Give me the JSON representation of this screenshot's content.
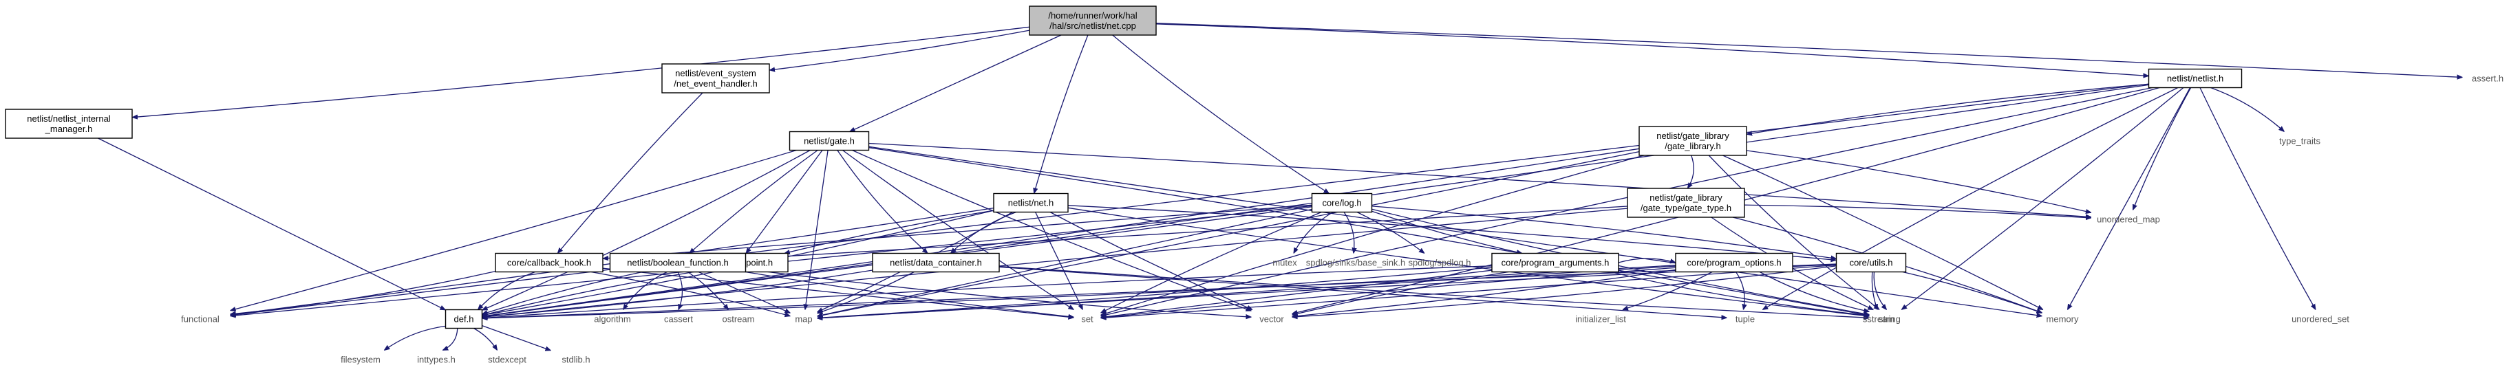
{
  "diagram": {
    "kind": "include-dependency-graph",
    "colors": {
      "edge": "#191970",
      "text": "#000000",
      "root_fill": "#bfbfbf",
      "box_fill": "#ffffff",
      "plain_text": "#555555",
      "background": "#ffffff"
    },
    "nodes": [
      {
        "id": "root",
        "lines": [
          "/home/runner/work/hal",
          "/hal/src/netlist/net.cpp"
        ],
        "style": "root"
      },
      {
        "id": "nim",
        "lines": [
          "netlist/netlist_internal",
          "_manager.h"
        ],
        "style": "box"
      },
      {
        "id": "neh",
        "lines": [
          "netlist/event_system",
          "/net_event_handler.h"
        ],
        "style": "box"
      },
      {
        "id": "gate",
        "lines": [
          "netlist/gate.h"
        ],
        "style": "box"
      },
      {
        "id": "net",
        "lines": [
          "netlist/net.h"
        ],
        "style": "box"
      },
      {
        "id": "log",
        "lines": [
          "core/log.h"
        ],
        "style": "box"
      },
      {
        "id": "netlist",
        "lines": [
          "netlist/netlist.h"
        ],
        "style": "box"
      },
      {
        "id": "asserth",
        "lines": [
          "assert.h"
        ],
        "style": "plain"
      },
      {
        "id": "glib",
        "lines": [
          "netlist/gate_library",
          "/gate_library.h"
        ],
        "style": "box"
      },
      {
        "id": "gtype",
        "lines": [
          "netlist/gate_library",
          "/gate_type/gate_type.h"
        ],
        "style": "box"
      },
      {
        "id": "type_traits",
        "lines": [
          "type_traits"
        ],
        "style": "plain"
      },
      {
        "id": "endpoint",
        "lines": [
          "netlist/endpoint.h"
        ],
        "style": "box"
      },
      {
        "id": "cbhook",
        "lines": [
          "core/callback_hook.h"
        ],
        "style": "box"
      },
      {
        "id": "boolfn",
        "lines": [
          "netlist/boolean_function.h"
        ],
        "style": "box"
      },
      {
        "id": "dcont",
        "lines": [
          "netlist/data_container.h"
        ],
        "style": "box"
      },
      {
        "id": "mutex",
        "lines": [
          "mutex"
        ],
        "style": "plain"
      },
      {
        "id": "spdsink",
        "lines": [
          "spdlog/sinks/base_sink.h"
        ],
        "style": "plain"
      },
      {
        "id": "spdlog",
        "lines": [
          "spdlog/spdlog.h"
        ],
        "style": "plain"
      },
      {
        "id": "progargs",
        "lines": [
          "core/program_arguments.h"
        ],
        "style": "box"
      },
      {
        "id": "progopts",
        "lines": [
          "core/program_options.h"
        ],
        "style": "box"
      },
      {
        "id": "utils",
        "lines": [
          "core/utils.h"
        ],
        "style": "box"
      },
      {
        "id": "umap",
        "lines": [
          "unordered_map"
        ],
        "style": "plain"
      },
      {
        "id": "functional",
        "lines": [
          "functional"
        ],
        "style": "plain"
      },
      {
        "id": "def",
        "lines": [
          "def.h"
        ],
        "style": "box"
      },
      {
        "id": "algorithm",
        "lines": [
          "algorithm"
        ],
        "style": "plain"
      },
      {
        "id": "cassert",
        "lines": [
          "cassert"
        ],
        "style": "plain"
      },
      {
        "id": "ostream",
        "lines": [
          "ostream"
        ],
        "style": "plain"
      },
      {
        "id": "map",
        "lines": [
          "map"
        ],
        "style": "plain"
      },
      {
        "id": "set",
        "lines": [
          "set"
        ],
        "style": "plain"
      },
      {
        "id": "vector",
        "lines": [
          "vector"
        ],
        "style": "plain"
      },
      {
        "id": "initlist",
        "lines": [
          "initializer_list"
        ],
        "style": "plain"
      },
      {
        "id": "tuple",
        "lines": [
          "tuple"
        ],
        "style": "plain"
      },
      {
        "id": "string",
        "lines": [
          "string"
        ],
        "style": "plain"
      },
      {
        "id": "sstream",
        "lines": [
          "sstream"
        ],
        "style": "plain"
      },
      {
        "id": "memory",
        "lines": [
          "memory"
        ],
        "style": "plain"
      },
      {
        "id": "uset",
        "lines": [
          "unordered_set"
        ],
        "style": "plain"
      },
      {
        "id": "filesystem",
        "lines": [
          "filesystem"
        ],
        "style": "plain"
      },
      {
        "id": "inttypes",
        "lines": [
          "inttypes.h"
        ],
        "style": "plain"
      },
      {
        "id": "stdexcept",
        "lines": [
          "stdexcept"
        ],
        "style": "plain"
      },
      {
        "id": "stdlib",
        "lines": [
          "stdlib.h"
        ],
        "style": "plain"
      }
    ],
    "edges": [
      [
        "root",
        "nim"
      ],
      [
        "root",
        "neh"
      ],
      [
        "root",
        "gate"
      ],
      [
        "root",
        "net"
      ],
      [
        "root",
        "log"
      ],
      [
        "root",
        "netlist"
      ],
      [
        "root",
        "asserth"
      ],
      [
        "nim",
        "def"
      ],
      [
        "neh",
        "cbhook"
      ],
      [
        "netlist",
        "glib"
      ],
      [
        "netlist",
        "type_traits"
      ],
      [
        "netlist",
        "def"
      ],
      [
        "netlist",
        "functional"
      ],
      [
        "netlist",
        "umap"
      ],
      [
        "netlist",
        "set"
      ],
      [
        "netlist",
        "vector"
      ],
      [
        "netlist",
        "string"
      ],
      [
        "netlist",
        "memory"
      ],
      [
        "netlist",
        "uset"
      ],
      [
        "netlist",
        "tuple"
      ],
      [
        "glib",
        "gtype"
      ],
      [
        "glib",
        "def"
      ],
      [
        "glib",
        "map"
      ],
      [
        "glib",
        "set"
      ],
      [
        "glib",
        "string"
      ],
      [
        "glib",
        "umap"
      ],
      [
        "glib",
        "memory"
      ],
      [
        "gtype",
        "boolfn"
      ],
      [
        "gtype",
        "def"
      ],
      [
        "gtype",
        "string"
      ],
      [
        "gtype",
        "memory"
      ],
      [
        "gtype",
        "umap"
      ],
      [
        "gate",
        "endpoint"
      ],
      [
        "gate",
        "boolfn"
      ],
      [
        "gate",
        "dcont"
      ],
      [
        "gate",
        "def"
      ],
      [
        "gate",
        "functional"
      ],
      [
        "gate",
        "map"
      ],
      [
        "gate",
        "set"
      ],
      [
        "gate",
        "vector"
      ],
      [
        "gate",
        "string"
      ],
      [
        "gate",
        "umap"
      ],
      [
        "gate",
        "memory"
      ],
      [
        "net",
        "endpoint"
      ],
      [
        "net",
        "dcont"
      ],
      [
        "net",
        "def"
      ],
      [
        "net",
        "functional"
      ],
      [
        "net",
        "set"
      ],
      [
        "net",
        "vector"
      ],
      [
        "net",
        "string"
      ],
      [
        "net",
        "utils"
      ],
      [
        "net",
        "map"
      ],
      [
        "log",
        "def"
      ],
      [
        "log",
        "progargs"
      ],
      [
        "log",
        "mutex"
      ],
      [
        "log",
        "spdsink"
      ],
      [
        "log",
        "spdlog"
      ],
      [
        "log",
        "map"
      ],
      [
        "log",
        "set"
      ],
      [
        "log",
        "string"
      ],
      [
        "log",
        "utils"
      ],
      [
        "log",
        "functional"
      ],
      [
        "log",
        "cbhook"
      ],
      [
        "endpoint",
        "def"
      ],
      [
        "cbhook",
        "def"
      ],
      [
        "cbhook",
        "functional"
      ],
      [
        "cbhook",
        "map"
      ],
      [
        "cbhook",
        "set"
      ],
      [
        "boolfn",
        "def"
      ],
      [
        "boolfn",
        "algorithm"
      ],
      [
        "boolfn",
        "cassert"
      ],
      [
        "boolfn",
        "ostream"
      ],
      [
        "boolfn",
        "map"
      ],
      [
        "boolfn",
        "set"
      ],
      [
        "boolfn",
        "vector"
      ],
      [
        "dcont",
        "def"
      ],
      [
        "dcont",
        "map"
      ],
      [
        "dcont",
        "tuple"
      ],
      [
        "dcont",
        "string"
      ],
      [
        "progargs",
        "def"
      ],
      [
        "progargs",
        "progopts"
      ],
      [
        "progargs",
        "map"
      ],
      [
        "progargs",
        "set"
      ],
      [
        "progargs",
        "vector"
      ],
      [
        "progargs",
        "string"
      ],
      [
        "progopts",
        "def"
      ],
      [
        "progopts",
        "initlist"
      ],
      [
        "progopts",
        "map"
      ],
      [
        "progopts",
        "set"
      ],
      [
        "progopts",
        "string"
      ],
      [
        "progopts",
        "tuple"
      ],
      [
        "progopts",
        "vector"
      ],
      [
        "utils",
        "def"
      ],
      [
        "utils",
        "sstream"
      ],
      [
        "utils",
        "string"
      ],
      [
        "utils",
        "vector"
      ],
      [
        "utils",
        "memory"
      ],
      [
        "utils",
        "set"
      ],
      [
        "utils",
        "map"
      ],
      [
        "def",
        "filesystem"
      ],
      [
        "def",
        "inttypes"
      ],
      [
        "def",
        "stdexcept"
      ],
      [
        "def",
        "stdlib"
      ]
    ]
  }
}
